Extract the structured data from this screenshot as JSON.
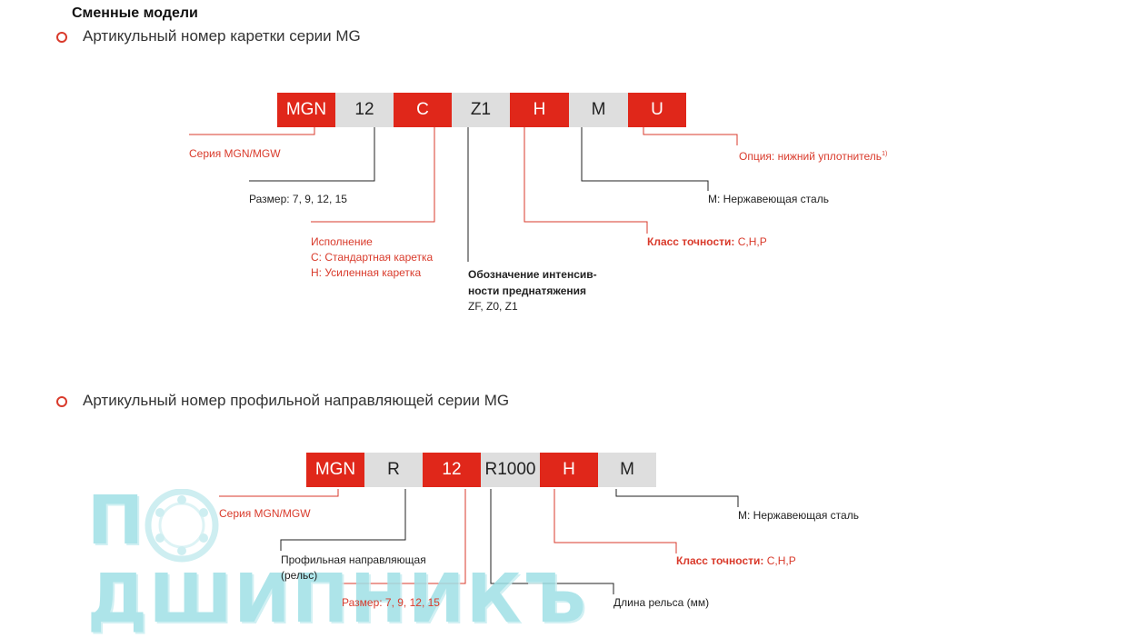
{
  "heading": "Сменные модели",
  "section1": {
    "title": "Артикульный номер каретки серии MG",
    "codes": [
      "MGN",
      "12",
      "C",
      "Z1",
      "H",
      "M",
      "U"
    ],
    "labels": {
      "series": "Серия MGN/MGW",
      "size": "Размер: 7, 9, 12, 15",
      "execution_title": "Исполнение",
      "execution_c": "C: Стандартная каретка",
      "execution_h": "H: Усиленная каретка",
      "preload_title_1": "Обозначение интенсив-",
      "preload_title_2": "ности преднатяжения",
      "preload_values": "ZF, Z0, Z1",
      "accuracy_title": "Класс точности:",
      "accuracy_values": "C,H,P",
      "stainless": "M: Нержавеющая сталь",
      "option": "Опция: нижний уплотнитель",
      "option_note": "1)"
    }
  },
  "section2": {
    "title": "Артикульный номер профильной направляющей серии MG",
    "codes": [
      "MGN",
      "R",
      "12",
      "R1000",
      "H",
      "M"
    ],
    "labels": {
      "series": "Серия MGN/MGW",
      "rail_1": "Профильная направляющая",
      "rail_2": "(рельс)",
      "size": "Размер: 7, 9, 12, 15",
      "length": "Длина рельса (мм)",
      "accuracy_title": "Класс точности:",
      "accuracy_values": "C,H,P",
      "stainless": "M: Нержавеющая сталь"
    }
  },
  "watermark": "П  ДШИПНИКЪ",
  "colors": {
    "red": "#e0271a",
    "gray": "#dedede",
    "label_red": "#d93a2b",
    "watermark": "#9fe0e6"
  }
}
